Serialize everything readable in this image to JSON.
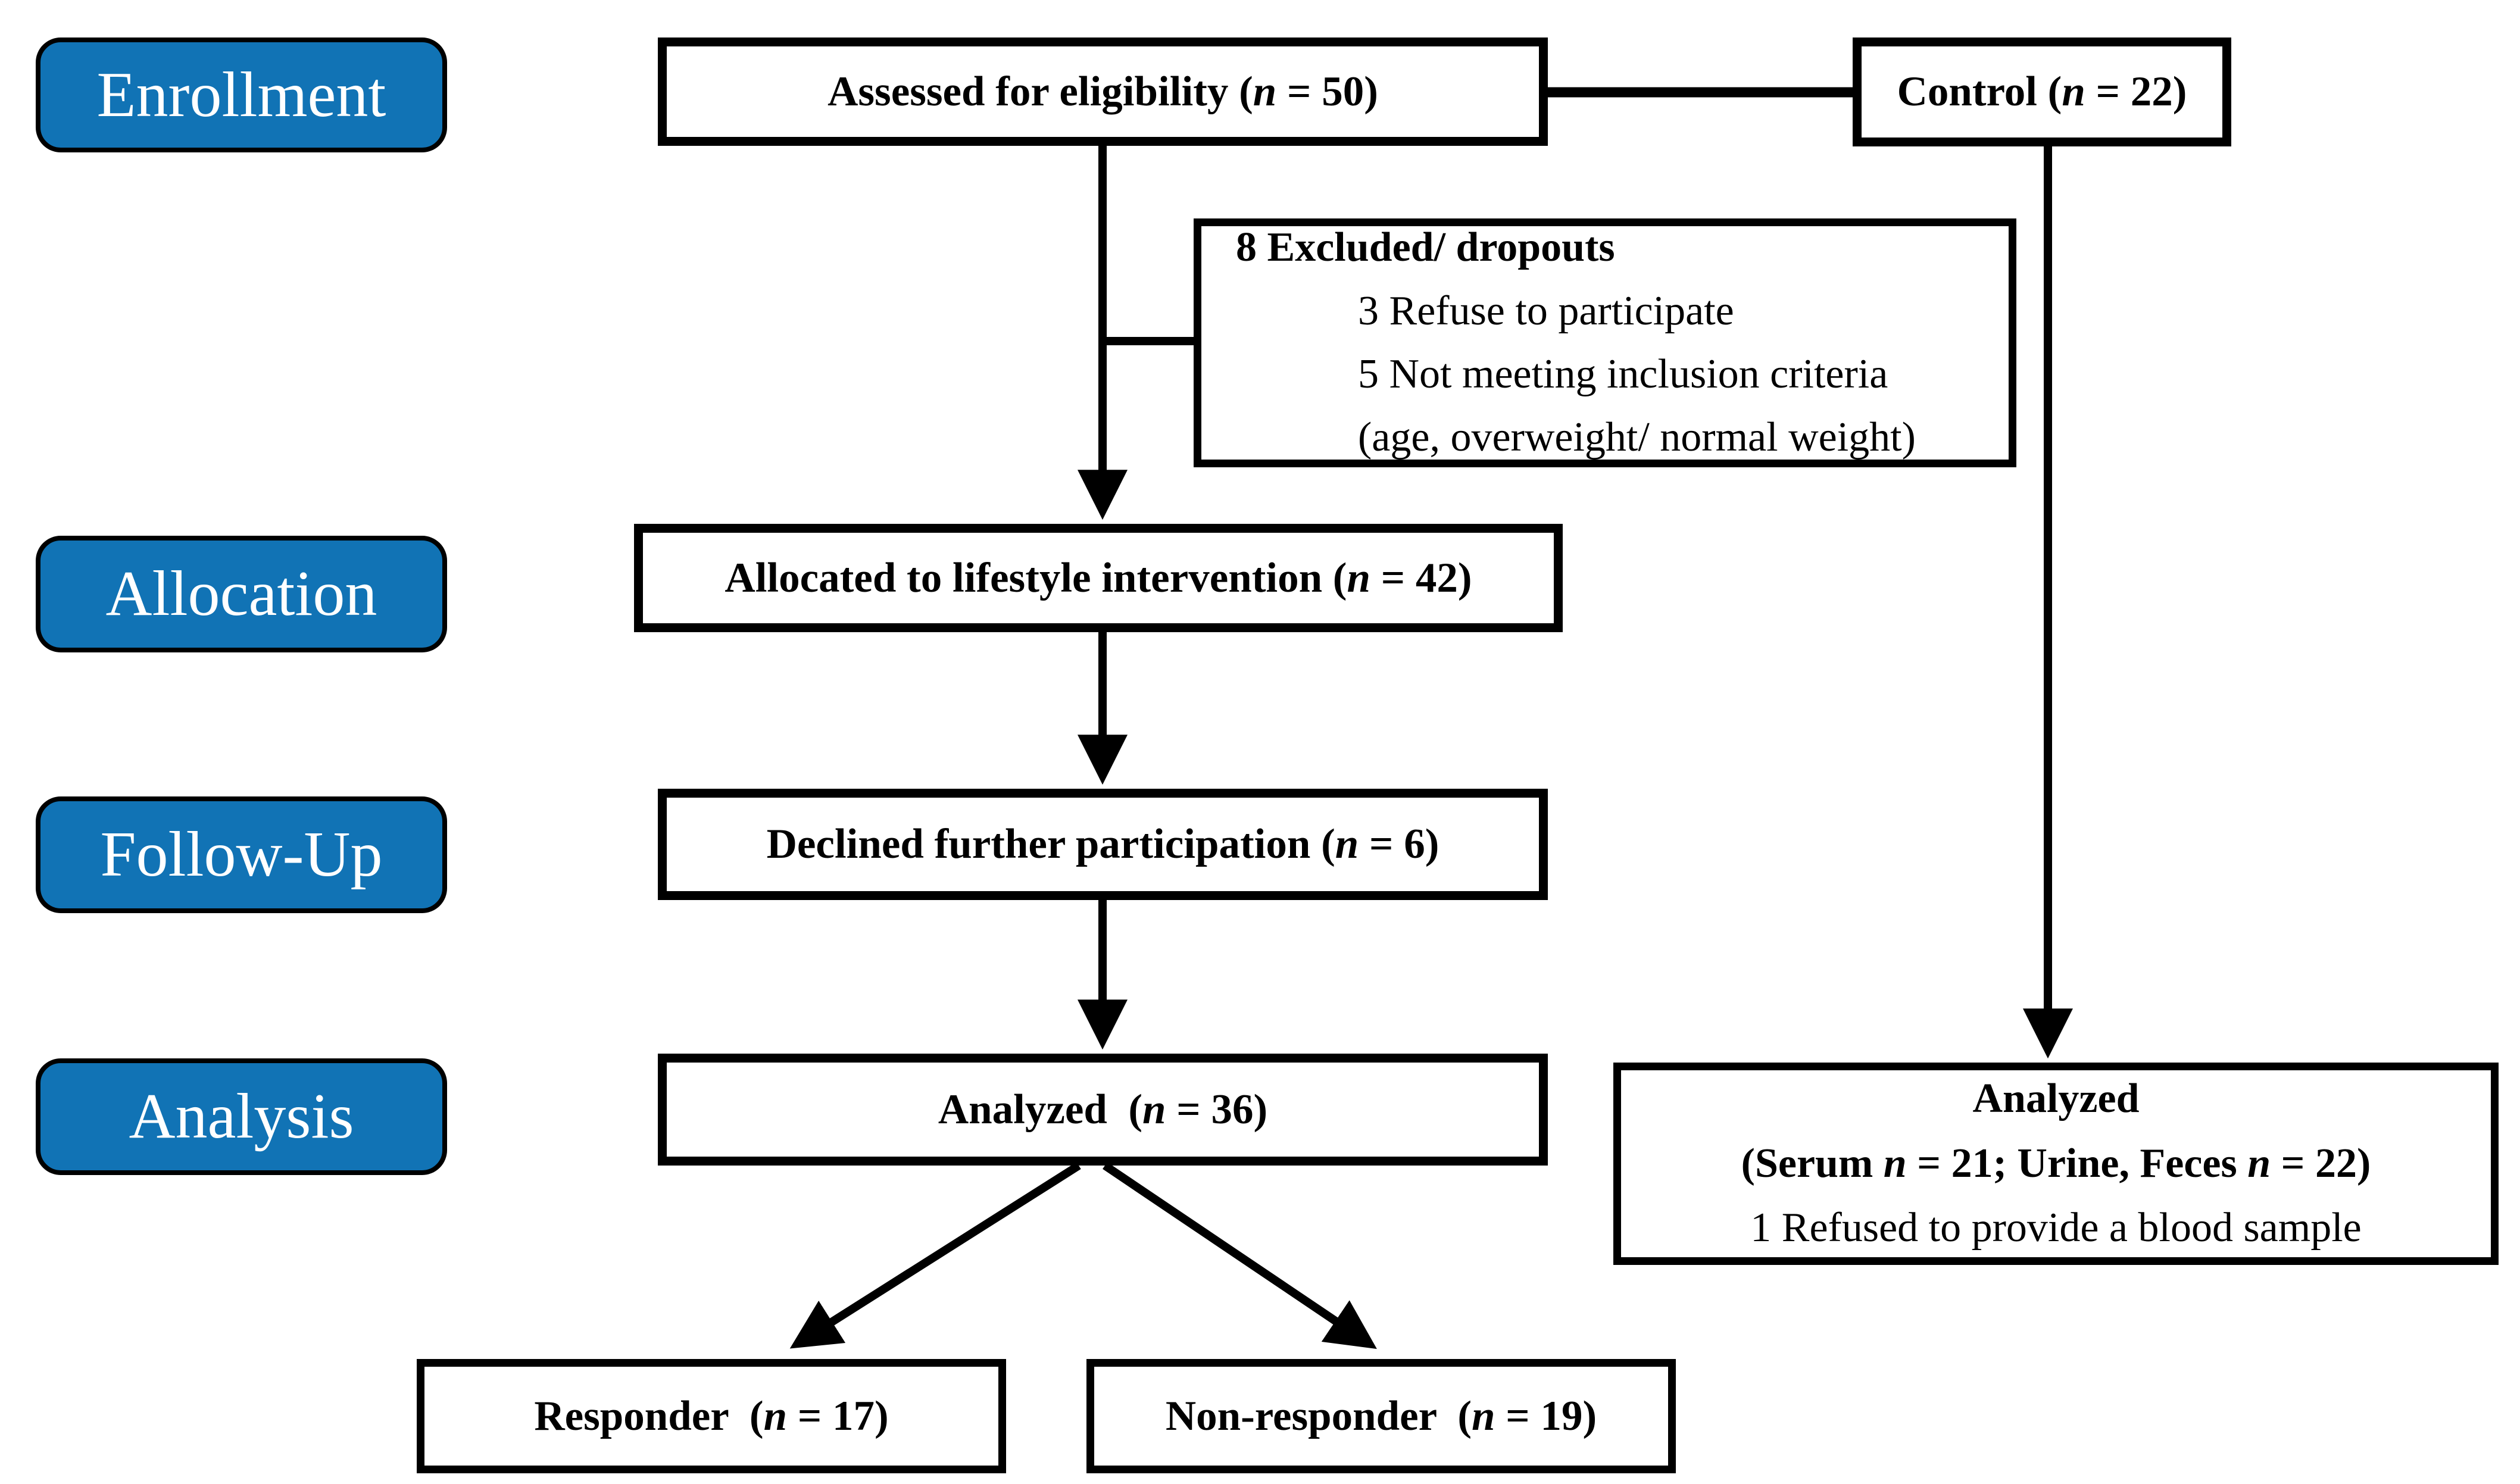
{
  "colors": {
    "stage_blue": "#1173b5",
    "box_border": "#000000",
    "background": "#ffffff",
    "stage_text": "#ffffff",
    "box_text": "#000000"
  },
  "stages": [
    {
      "label": "Enrollment"
    },
    {
      "label": "Allocation"
    },
    {
      "label": "Follow-Up"
    },
    {
      "label": "Analysis"
    }
  ],
  "boxes": {
    "assessed": {
      "pre": "Assessed for eligibility (",
      "n": "n",
      "post": " = 50)"
    },
    "control": {
      "pre": "Control (",
      "n": "n",
      "post": " = 22)"
    },
    "excluded": {
      "title": "8 Excluded/ dropouts",
      "items": [
        "3 Refuse to participate",
        "5 Not meeting inclusion criteria",
        "(age, overweight/ normal weight)"
      ]
    },
    "allocated": {
      "pre": "Allocated to lifestyle intervention (",
      "n": "n",
      "post": " = 42)"
    },
    "declined": {
      "pre": "Declined further participation (",
      "n": "n",
      "post": " = 6)"
    },
    "analyzed_intervention": {
      "pre": "Analyzed  (",
      "n": "n",
      "post": " = 36)"
    },
    "analyzed_control": {
      "title": "Analyzed",
      "detail": {
        "p1": "(Serum ",
        "n1": "n",
        "p2": " = 21; Urine, Feces ",
        "n2": "n",
        "p3": " = 22)"
      },
      "note": "1 Refused to provide a blood sample"
    },
    "responder": {
      "pre": "Responder  (",
      "n": "n",
      "post": " = 17)"
    },
    "non_responder": {
      "pre": "Non-responder  (",
      "n": "n",
      "post": " = 19)"
    }
  }
}
